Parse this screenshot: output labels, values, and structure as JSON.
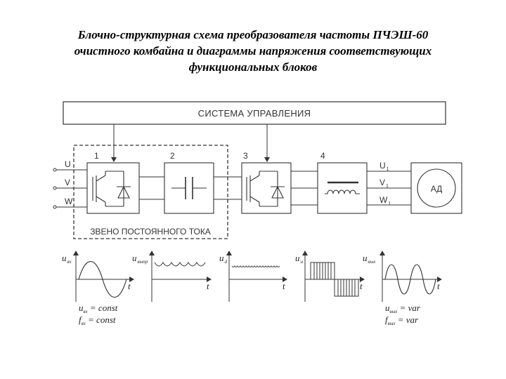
{
  "title": {
    "line1": "Блочно-структурная схема преобразователя частоты ПЧЭШ-60",
    "line2": "очистного комбайна и диаграммы напряжения соответствующих",
    "line3": "функциональных блоков"
  },
  "control_system": {
    "label": "СИСТЕМА УПРАВЛЕНИЯ"
  },
  "dc_link": {
    "label": "ЗВЕНО ПОСТОЯННОГО ТОКА"
  },
  "blocks": [
    {
      "number": "1"
    },
    {
      "number": "2"
    },
    {
      "number": "3"
    },
    {
      "number": "4"
    }
  ],
  "inputs": [
    "U",
    "V",
    "W"
  ],
  "outputs": [
    {
      "main": "U",
      "sub": "1"
    },
    {
      "main": "V",
      "sub": "1"
    },
    {
      "main": "W",
      "sub": "1"
    }
  ],
  "motor": {
    "label": "АД"
  },
  "diagrams": [
    {
      "y_main": "u",
      "y_sub": "вх",
      "x_label": "t"
    },
    {
      "y_main": "u",
      "y_sub": "выпр",
      "x_label": "t"
    },
    {
      "y_main": "u",
      "y_sub": "d",
      "x_label": "t"
    },
    {
      "y_main": "u",
      "y_sub": "и",
      "x_label": "t"
    },
    {
      "y_main": "u",
      "y_sub": "вых",
      "x_label": "t"
    }
  ],
  "input_notes": [
    {
      "main": "u",
      "sub": "вх",
      "rest": " = const"
    },
    {
      "main": "f",
      "sub": "вх",
      "rest": " = const"
    }
  ],
  "output_notes": [
    {
      "main": "u",
      "sub": "вых",
      "rest": " = var"
    },
    {
      "main": "f",
      "sub": "вых",
      "rest": " = var"
    }
  ]
}
